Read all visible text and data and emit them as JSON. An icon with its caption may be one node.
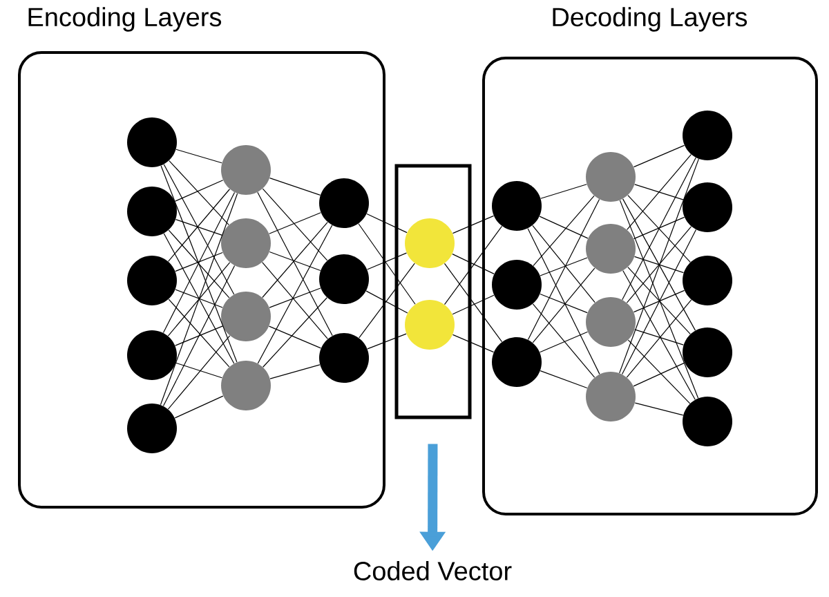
{
  "diagram": {
    "nodes": [
      {
        "text": [
          "Encoding Layers"
        ]
      },
      {
        "text": [],
        "shape": "circle",
        "in": 0
      },
      {
        "text": [],
        "shape": "circle",
        "in": 0
      },
      {
        "text": [],
        "shape": "circle",
        "in": 0
      },
      {
        "text": [],
        "shape": "circle",
        "in": 0
      },
      {
        "text": [],
        "shape": "circle",
        "in": 0
      },
      {
        "text": [],
        "shape": "circle",
        "in": 0
      },
      {
        "text": [],
        "shape": "circle",
        "in": 0
      },
      {
        "text": [],
        "shape": "circle",
        "in": 0
      },
      {
        "text": [],
        "shape": "circle",
        "in": 0
      },
      {
        "text": [],
        "shape": "circle",
        "in": 0
      },
      {
        "text": [],
        "shape": "circle",
        "in": 0
      },
      {
        "text": [],
        "shape": "circle",
        "in": 0
      },
      {
        "text": [],
        "shape": "box"
      },
      {
        "text": [],
        "shape": "circle",
        "in": 13
      },
      {
        "text": [],
        "shape": "circle",
        "in": 13
      },
      {
        "text": [
          "Decoding Layers"
        ]
      },
      {
        "text": [],
        "shape": "circle",
        "in": 16
      },
      {
        "text": [],
        "shape": "circle",
        "in": 16
      },
      {
        "text": [],
        "shape": "circle",
        "in": 16
      },
      {
        "text": [],
        "shape": "circle",
        "in": 16
      },
      {
        "text": [],
        "shape": "circle",
        "in": 16
      },
      {
        "text": [],
        "shape": "circle",
        "in": 16
      },
      {
        "text": [],
        "shape": "circle",
        "in": 16
      },
      {
        "text": [],
        "shape": "circle",
        "in": 16
      },
      {
        "text": [],
        "shape": "circle",
        "in": 16
      },
      {
        "text": [],
        "shape": "circle",
        "in": 16
      },
      {
        "text": [],
        "shape": "circle",
        "in": 16
      },
      {
        "text": [],
        "shape": "circle",
        "in": 16
      },
      {
        "text": [
          "Coded Vector"
        ]
      }
    ],
    "edges": [
      {
        "from": 1,
        "to": 6,
        "arrow": "none"
      },
      {
        "from": 1,
        "to": 7,
        "arrow": "none"
      },
      {
        "from": 1,
        "to": 8,
        "arrow": "none"
      },
      {
        "from": 1,
        "to": 9,
        "arrow": "none"
      },
      {
        "from": 2,
        "to": 6,
        "arrow": "none"
      },
      {
        "from": 2,
        "to": 7,
        "arrow": "none"
      },
      {
        "from": 2,
        "to": 8,
        "arrow": "none"
      },
      {
        "from": 2,
        "to": 9,
        "arrow": "none"
      },
      {
        "from": 3,
        "to": 6,
        "arrow": "none"
      },
      {
        "from": 3,
        "to": 7,
        "arrow": "none"
      },
      {
        "from": 3,
        "to": 8,
        "arrow": "none"
      },
      {
        "from": 3,
        "to": 9,
        "arrow": "none"
      },
      {
        "from": 4,
        "to": 6,
        "arrow": "none"
      },
      {
        "from": 4,
        "to": 7,
        "arrow": "none"
      },
      {
        "from": 4,
        "to": 8,
        "arrow": "none"
      },
      {
        "from": 4,
        "to": 9,
        "arrow": "none"
      },
      {
        "from": 5,
        "to": 6,
        "arrow": "none"
      },
      {
        "from": 5,
        "to": 7,
        "arrow": "none"
      },
      {
        "from": 5,
        "to": 8,
        "arrow": "none"
      },
      {
        "from": 5,
        "to": 9,
        "arrow": "none"
      },
      {
        "from": 6,
        "to": 10,
        "arrow": "none"
      },
      {
        "from": 6,
        "to": 11,
        "arrow": "none"
      },
      {
        "from": 6,
        "to": 12,
        "arrow": "none"
      },
      {
        "from": 7,
        "to": 10,
        "arrow": "none"
      },
      {
        "from": 7,
        "to": 11,
        "arrow": "none"
      },
      {
        "from": 7,
        "to": 12,
        "arrow": "none"
      },
      {
        "from": 8,
        "to": 10,
        "arrow": "none"
      },
      {
        "from": 8,
        "to": 11,
        "arrow": "none"
      },
      {
        "from": 8,
        "to": 12,
        "arrow": "none"
      },
      {
        "from": 9,
        "to": 10,
        "arrow": "none"
      },
      {
        "from": 9,
        "to": 11,
        "arrow": "none"
      },
      {
        "from": 9,
        "to": 12,
        "arrow": "none"
      },
      {
        "from": 10,
        "to": 14,
        "arrow": "none"
      },
      {
        "from": 10,
        "to": 15,
        "arrow": "none"
      },
      {
        "from": 11,
        "to": 14,
        "arrow": "none"
      },
      {
        "from": 11,
        "to": 15,
        "arrow": "none"
      },
      {
        "from": 12,
        "to": 14,
        "arrow": "none"
      },
      {
        "from": 12,
        "to": 15,
        "arrow": "none"
      },
      {
        "from": 14,
        "to": 17,
        "arrow": "none"
      },
      {
        "from": 14,
        "to": 18,
        "arrow": "none"
      },
      {
        "from": 14,
        "to": 19,
        "arrow": "none"
      },
      {
        "from": 15,
        "to": 17,
        "arrow": "none"
      },
      {
        "from": 15,
        "to": 18,
        "arrow": "none"
      },
      {
        "from": 15,
        "to": 19,
        "arrow": "none"
      },
      {
        "from": 17,
        "to": 20,
        "arrow": "none"
      },
      {
        "from": 17,
        "to": 21,
        "arrow": "none"
      },
      {
        "from": 17,
        "to": 22,
        "arrow": "none"
      },
      {
        "from": 17,
        "to": 23,
        "arrow": "none"
      },
      {
        "from": 18,
        "to": 20,
        "arrow": "none"
      },
      {
        "from": 18,
        "to": 21,
        "arrow": "none"
      },
      {
        "from": 18,
        "to": 22,
        "arrow": "none"
      },
      {
        "from": 18,
        "to": 23,
        "arrow": "none"
      },
      {
        "from": 19,
        "to": 20,
        "arrow": "none"
      },
      {
        "from": 19,
        "to": 21,
        "arrow": "none"
      },
      {
        "from": 19,
        "to": 22,
        "arrow": "none"
      },
      {
        "from": 19,
        "to": 23,
        "arrow": "none"
      },
      {
        "from": 20,
        "to": 24,
        "arrow": "none"
      },
      {
        "from": 20,
        "to": 25,
        "arrow": "none"
      },
      {
        "from": 20,
        "to": 26,
        "arrow": "none"
      },
      {
        "from": 20,
        "to": 27,
        "arrow": "none"
      },
      {
        "from": 20,
        "to": 28,
        "arrow": "none"
      },
      {
        "from": 21,
        "to": 24,
        "arrow": "none"
      },
      {
        "from": 21,
        "to": 25,
        "arrow": "none"
      },
      {
        "from": 21,
        "to": 26,
        "arrow": "none"
      },
      {
        "from": 21,
        "to": 27,
        "arrow": "none"
      },
      {
        "from": 21,
        "to": 28,
        "arrow": "none"
      },
      {
        "from": 22,
        "to": 24,
        "arrow": "none"
      },
      {
        "from": 22,
        "to": 25,
        "arrow": "none"
      },
      {
        "from": 22,
        "to": 26,
        "arrow": "none"
      },
      {
        "from": 22,
        "to": 27,
        "arrow": "none"
      },
      {
        "from": 22,
        "to": 28,
        "arrow": "none"
      },
      {
        "from": 23,
        "to": 24,
        "arrow": "none"
      },
      {
        "from": 23,
        "to": 25,
        "arrow": "none"
      },
      {
        "from": 23,
        "to": 26,
        "arrow": "none"
      },
      {
        "from": 23,
        "to": 27,
        "arrow": "none"
      },
      {
        "from": 23,
        "to": 28,
        "arrow": "none"
      },
      {
        "from": 13,
        "to": 29,
        "arrow": "to",
        "style": "thick",
        "color": "#4a9fd8"
      }
    ]
  }
}
